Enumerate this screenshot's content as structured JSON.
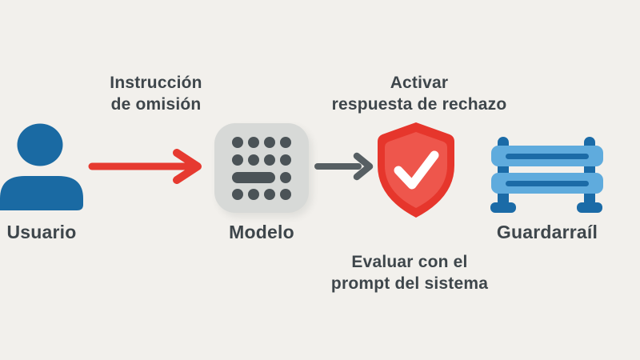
{
  "colors": {
    "background": "#f2f0ec",
    "text": "#3e464b",
    "user_blue": "#1a6aa3",
    "arrow_red": "#e63a30",
    "arrow_gray": "#575f63",
    "model_box": "#d7d9d7",
    "model_dots": "#4b5357",
    "shield_border": "#e6362c",
    "shield_fill": "#ee564c",
    "check_white": "#ffffff",
    "rail_light": "#5fabdd",
    "rail_dark": "#1b6ba7"
  },
  "diagram": {
    "user": {
      "label": "Usuario",
      "icon": "user-icon"
    },
    "edge_user_model": {
      "label_line1": "Instrucción",
      "label_line2": "de omisión"
    },
    "model": {
      "label": "Modelo",
      "icon": "model-dots-icon"
    },
    "shield": {
      "annotation_top_line1": "Activar",
      "annotation_top_line2": "respuesta de rechazo",
      "annotation_bottom_line1": "Evaluar con el",
      "annotation_bottom_line2": "prompt del sistema",
      "icon": "shield-check-icon"
    },
    "guardrail": {
      "label": "Guardarraíl",
      "icon": "guardrail-icon"
    }
  }
}
